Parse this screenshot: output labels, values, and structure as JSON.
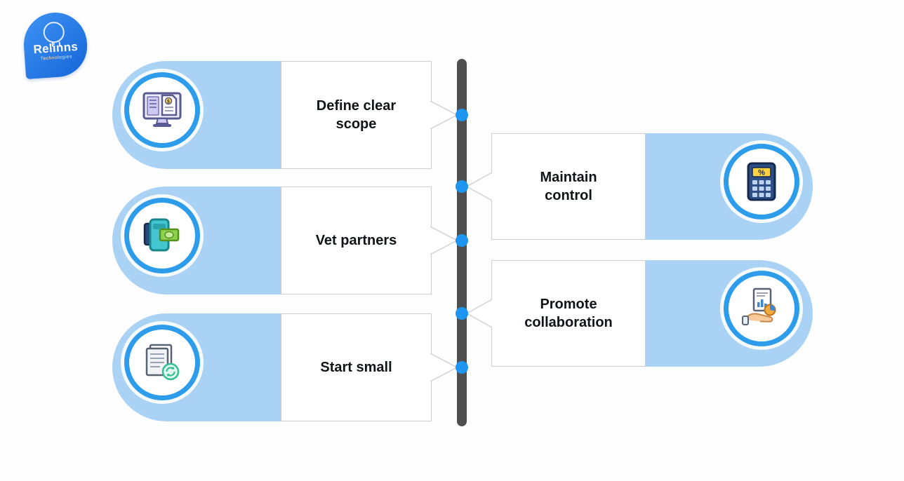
{
  "logo": {
    "brand": "Relinns",
    "sub": "Technologies"
  },
  "steps": [
    {
      "label": "Define clear scope",
      "side": "left",
      "icon": "invoice-monitor-icon"
    },
    {
      "label": "Maintain control",
      "side": "right",
      "icon": "calculator-icon"
    },
    {
      "label": "Vet partners",
      "side": "left",
      "icon": "wallet-money-icon"
    },
    {
      "label": "Promote collaboration",
      "side": "right",
      "icon": "hand-report-icon"
    },
    {
      "label": "Start small",
      "side": "left",
      "icon": "documents-sync-icon"
    }
  ],
  "colors": {
    "pill_blue": "#A9D2F4",
    "ring_blue": "#2D9CEA",
    "node_blue": "#1E96F0",
    "bar_gray": "#4F4F4F",
    "box_border": "#CDCDCD",
    "text": "#101418",
    "logo_blue": "#1E78E9"
  }
}
